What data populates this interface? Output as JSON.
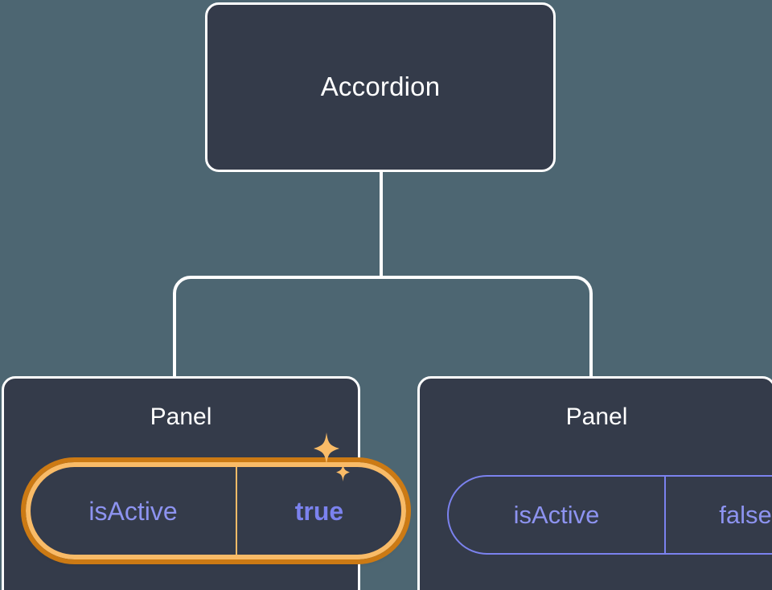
{
  "diagram": {
    "type": "component-tree",
    "background_color": "#4d6672",
    "node_fill_color": "#343b4a",
    "node_border_color": "#ffffff",
    "edge_color": "#ffffff",
    "accent_color": "#7b82ee",
    "highlight_color": "#f9bb67",
    "highlight_shadow_color": "#cc7a14",
    "root": {
      "label": "Accordion"
    },
    "children": [
      {
        "label": "Panel",
        "highlighted": true,
        "prop": {
          "name": "isActive",
          "value": "true",
          "value_bold": true
        },
        "sparkle_icons": [
          "sparkle-large-icon",
          "sparkle-small-icon"
        ]
      },
      {
        "label": "Panel",
        "highlighted": false,
        "prop": {
          "name": "isActive",
          "value": "false",
          "value_bold": false
        }
      }
    ]
  }
}
